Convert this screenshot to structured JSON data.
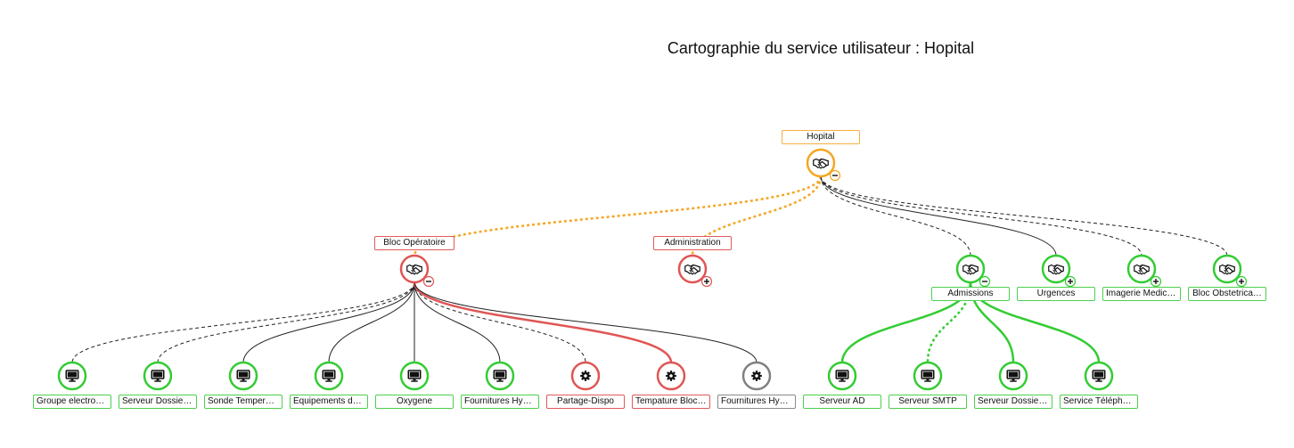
{
  "title": "Cartographie du service utilisateur : Hopital",
  "colors": {
    "green": "#33cc33",
    "red": "#e05555",
    "orange": "#f5a623",
    "gray": "#808080",
    "link": "#222222"
  },
  "nodes": [
    {
      "id": "hopital",
      "label": "Hopital",
      "status": "orange",
      "icon": "handshake-icon",
      "toggle": "minus"
    },
    {
      "id": "bloc",
      "label": "Bloc Opératoire",
      "status": "red",
      "icon": "handshake-icon",
      "toggle": "minus"
    },
    {
      "id": "admin",
      "label": "Administration",
      "status": "red",
      "icon": "handshake-icon",
      "toggle": "plus"
    },
    {
      "id": "admissions",
      "label": "Admissions",
      "status": "green",
      "icon": "handshake-icon",
      "toggle": "minus"
    },
    {
      "id": "urgences",
      "label": "Urgences",
      "status": "green",
      "icon": "handshake-icon",
      "toggle": "plus"
    },
    {
      "id": "imagerie",
      "label": "Imagerie Medica…",
      "status": "green",
      "icon": "handshake-icon",
      "toggle": "plus"
    },
    {
      "id": "obstetrique",
      "label": "Bloc Obstetrica…",
      "status": "green",
      "icon": "handshake-icon",
      "toggle": "plus"
    },
    {
      "id": "groupe",
      "label": "Groupe electrog…",
      "status": "green",
      "icon": "monitor-icon"
    },
    {
      "id": "serveur_dossier1",
      "label": "Serveur Dossier…",
      "status": "green",
      "icon": "monitor-icon"
    },
    {
      "id": "sonde",
      "label": "Sonde Temperatu…",
      "status": "green",
      "icon": "monitor-icon"
    },
    {
      "id": "equipements",
      "label": "Equipements de …",
      "status": "green",
      "icon": "monitor-icon"
    },
    {
      "id": "oxygene",
      "label": "Oxygene",
      "status": "green",
      "icon": "monitor-icon"
    },
    {
      "id": "fournitures1",
      "label": "Fournitures Hyg…",
      "status": "green",
      "icon": "monitor-icon"
    },
    {
      "id": "partage",
      "label": "Partage-Dispo",
      "status": "red",
      "icon": "gear-icon"
    },
    {
      "id": "temperature",
      "label": "Tempature Bloc …",
      "status": "red",
      "icon": "gear-icon"
    },
    {
      "id": "fournitures2",
      "label": "Fournitures Hyg…",
      "status": "gray",
      "icon": "gear-icon"
    },
    {
      "id": "serveur_ad",
      "label": "Serveur AD",
      "status": "green",
      "icon": "monitor-icon"
    },
    {
      "id": "serveur_smtp",
      "label": "Serveur SMTP",
      "status": "green",
      "icon": "monitor-icon"
    },
    {
      "id": "serveur_dossier2",
      "label": "Serveur Dossier…",
      "status": "green",
      "icon": "monitor-icon"
    },
    {
      "id": "service_telepho",
      "label": "Service Télépho…",
      "status": "green",
      "icon": "monitor-icon"
    }
  ],
  "links": [
    {
      "from": "hopital",
      "to": "bloc",
      "color": "orange",
      "style": "dotted"
    },
    {
      "from": "hopital",
      "to": "admin",
      "color": "orange",
      "style": "dotted"
    },
    {
      "from": "hopital",
      "to": "admissions",
      "color": "link",
      "style": "dashed"
    },
    {
      "from": "hopital",
      "to": "urgences",
      "color": "link",
      "style": "solid"
    },
    {
      "from": "hopital",
      "to": "imagerie",
      "color": "link",
      "style": "dashed"
    },
    {
      "from": "hopital",
      "to": "obstetrique",
      "color": "link",
      "style": "dashed"
    },
    {
      "from": "bloc",
      "to": "groupe",
      "color": "link",
      "style": "dashed"
    },
    {
      "from": "bloc",
      "to": "serveur_dossier1",
      "color": "link",
      "style": "dashed"
    },
    {
      "from": "bloc",
      "to": "sonde",
      "color": "link",
      "style": "solid"
    },
    {
      "from": "bloc",
      "to": "equipements",
      "color": "link",
      "style": "solid"
    },
    {
      "from": "bloc",
      "to": "oxygene",
      "color": "link",
      "style": "solid"
    },
    {
      "from": "bloc",
      "to": "fournitures1",
      "color": "link",
      "style": "solid"
    },
    {
      "from": "bloc",
      "to": "partage",
      "color": "link",
      "style": "dashed"
    },
    {
      "from": "bloc",
      "to": "temperature",
      "color": "red",
      "style": "solid"
    },
    {
      "from": "bloc",
      "to": "fournitures2",
      "color": "link",
      "style": "solid"
    },
    {
      "from": "admissions",
      "to": "serveur_ad",
      "color": "green",
      "style": "solid"
    },
    {
      "from": "admissions",
      "to": "serveur_smtp",
      "color": "green",
      "style": "dotted"
    },
    {
      "from": "admissions",
      "to": "serveur_dossier2",
      "color": "green",
      "style": "solid"
    },
    {
      "from": "admissions",
      "to": "service_telepho",
      "color": "green",
      "style": "solid"
    }
  ]
}
